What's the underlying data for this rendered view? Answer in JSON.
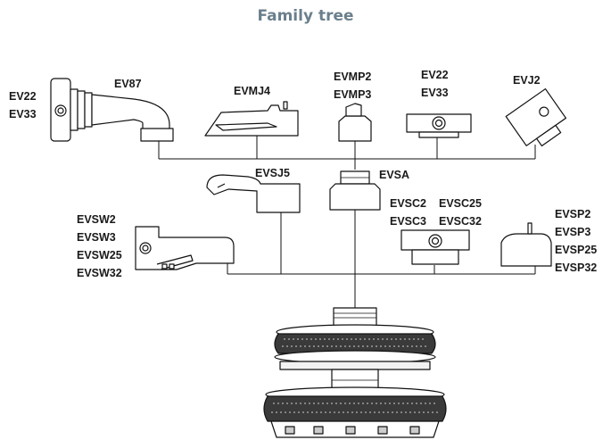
{
  "title": "Family tree",
  "title_color": "#6a7f8c",
  "labels": {
    "ev22_left": "EV22",
    "ev33_left": "EV33",
    "ev87": "EV87",
    "evmj4": "EVMJ4",
    "evmp2": "EVMP2",
    "evmp3": "EVMP3",
    "ev22_right": "EV22",
    "ev33_right": "EV33",
    "evj2": "EVJ2",
    "evsj5": "EVSJ5",
    "evsa": "EVSA",
    "evsw2": "EVSW2",
    "evsw3": "EVSW3",
    "evsw25": "EVSW25",
    "evsw32": "EVSW32",
    "evsc2": "EVSC2",
    "evsc3": "EVSC3",
    "evsc25": "EVSC25",
    "evsc32": "EVSC32",
    "evsp2": "EVSP2",
    "evsp3": "EVSP3",
    "evsp25": "EVSP25",
    "evsp32": "EVSP32"
  }
}
